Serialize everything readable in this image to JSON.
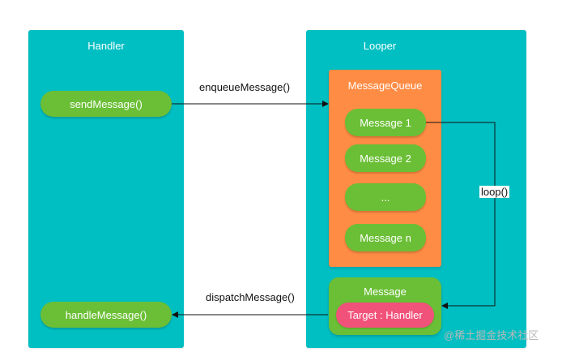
{
  "handler": {
    "title": "Handler",
    "send_message": "sendMessage()",
    "handle_message": "handleMessage()"
  },
  "looper": {
    "title": "Looper",
    "queue": {
      "title": "MessageQueue",
      "items": [
        "Message 1",
        "Message 2",
        "...",
        "Message n"
      ]
    },
    "message": {
      "title": "Message",
      "target": "Target : Handler"
    }
  },
  "edges": {
    "enqueue": "enqueueMessage()",
    "dispatch": "dispatchMessage()",
    "loop": "loop()"
  },
  "watermark": "@稀土掘金技术社区",
  "colors": {
    "panel": "#00BFC2",
    "pill": "#6BBF36",
    "queue": "#FF8C44",
    "target": "#F0527A"
  }
}
